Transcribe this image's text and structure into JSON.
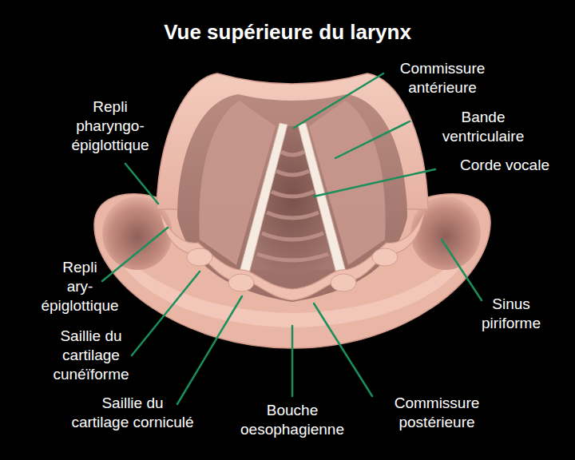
{
  "diagram": {
    "title": "Vue supérieure du larynx",
    "labels": [
      "Commissure antérieure",
      "Repli pharyngo- épiglottique",
      "Bande ventriculaire",
      "Corde vocale",
      "Repli ary- épiglottique",
      "Sinus piriforme",
      "Saillie du cartilage cunéïforme",
      "Saillie du cartilage corniculé",
      "Bouche oesophagienne",
      "Commissure postérieure"
    ]
  }
}
